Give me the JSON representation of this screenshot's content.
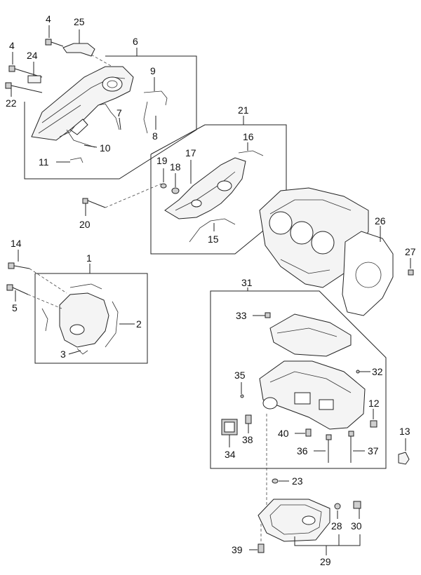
{
  "diagram": {
    "callouts": {
      "c1": "1",
      "c2": "2",
      "c3": "3",
      "c4a": "4",
      "c4b": "4",
      "c5": "5",
      "c6": "6",
      "c7": "7",
      "c8": "8",
      "c9": "9",
      "c10": "10",
      "c11": "11",
      "c12": "12",
      "c13": "13",
      "c14": "14",
      "c15": "15",
      "c16": "16",
      "c17": "17",
      "c18": "18",
      "c19": "19",
      "c20": "20",
      "c21": "21",
      "c22": "22",
      "c23": "23",
      "c24": "24",
      "c25": "25",
      "c26": "26",
      "c27": "27",
      "c28": "28",
      "c29": "29",
      "c30": "30",
      "c31": "31",
      "c32": "32",
      "c33": "33",
      "c34": "34",
      "c35": "35",
      "c36": "36",
      "c37": "37",
      "c38": "38",
      "c39": "39",
      "c40": "40"
    }
  }
}
